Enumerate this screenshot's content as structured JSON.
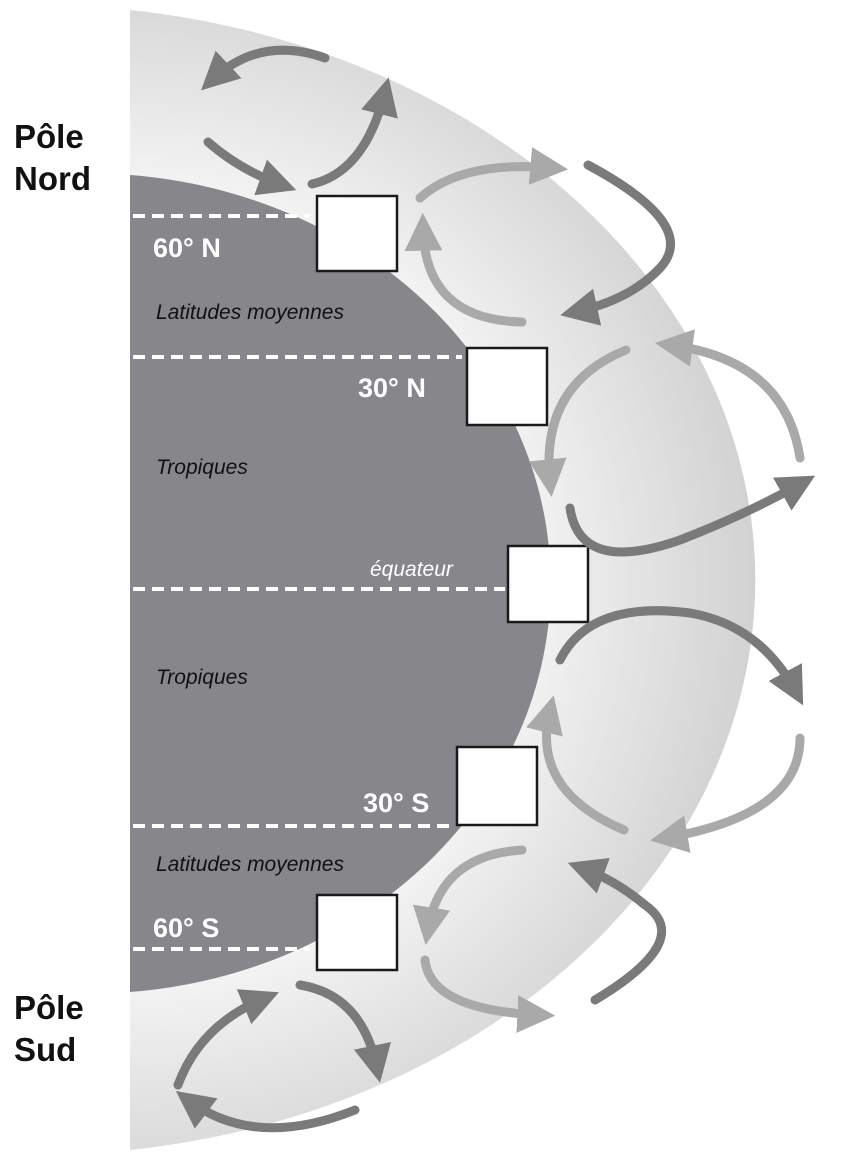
{
  "poles": {
    "north": [
      "Pôle",
      "Nord"
    ],
    "south": [
      "Pôle",
      "Sud"
    ]
  },
  "latitudes": {
    "n60": "60° N",
    "n30": "30° N",
    "equator": "équateur",
    "s30": "30° S",
    "s60": "60° S"
  },
  "zones": {
    "mid_north": "Latitudes moyennes",
    "trop_north": "Tropiques",
    "trop_south": "Tropiques",
    "mid_south": "Latitudes moyennes"
  },
  "answer_boxes": [
    "",
    "",
    "",
    "",
    ""
  ],
  "colors": {
    "atmosphere_light": "#f1f1f1",
    "atmosphere_dark": "#c9c9c9",
    "earth": "#87878b",
    "arrow_dark": "#7a7a7a",
    "arrow_light": "#a9a9a9"
  }
}
